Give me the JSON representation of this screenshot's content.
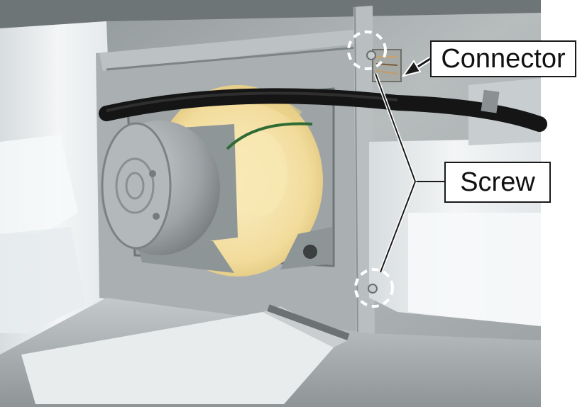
{
  "labels": {
    "connector": "Connector",
    "screw": "Screw"
  },
  "colors": {
    "callout_line": "#1a1a1a",
    "screw_marker": "#ffffff",
    "panel_metal": "#a9adae",
    "foam": "#eef1f2",
    "fan_blade": "#f2dc9c"
  },
  "icons": {
    "connector_pointer": "arrow-pointer",
    "screw_marker": "dashed-circle"
  }
}
